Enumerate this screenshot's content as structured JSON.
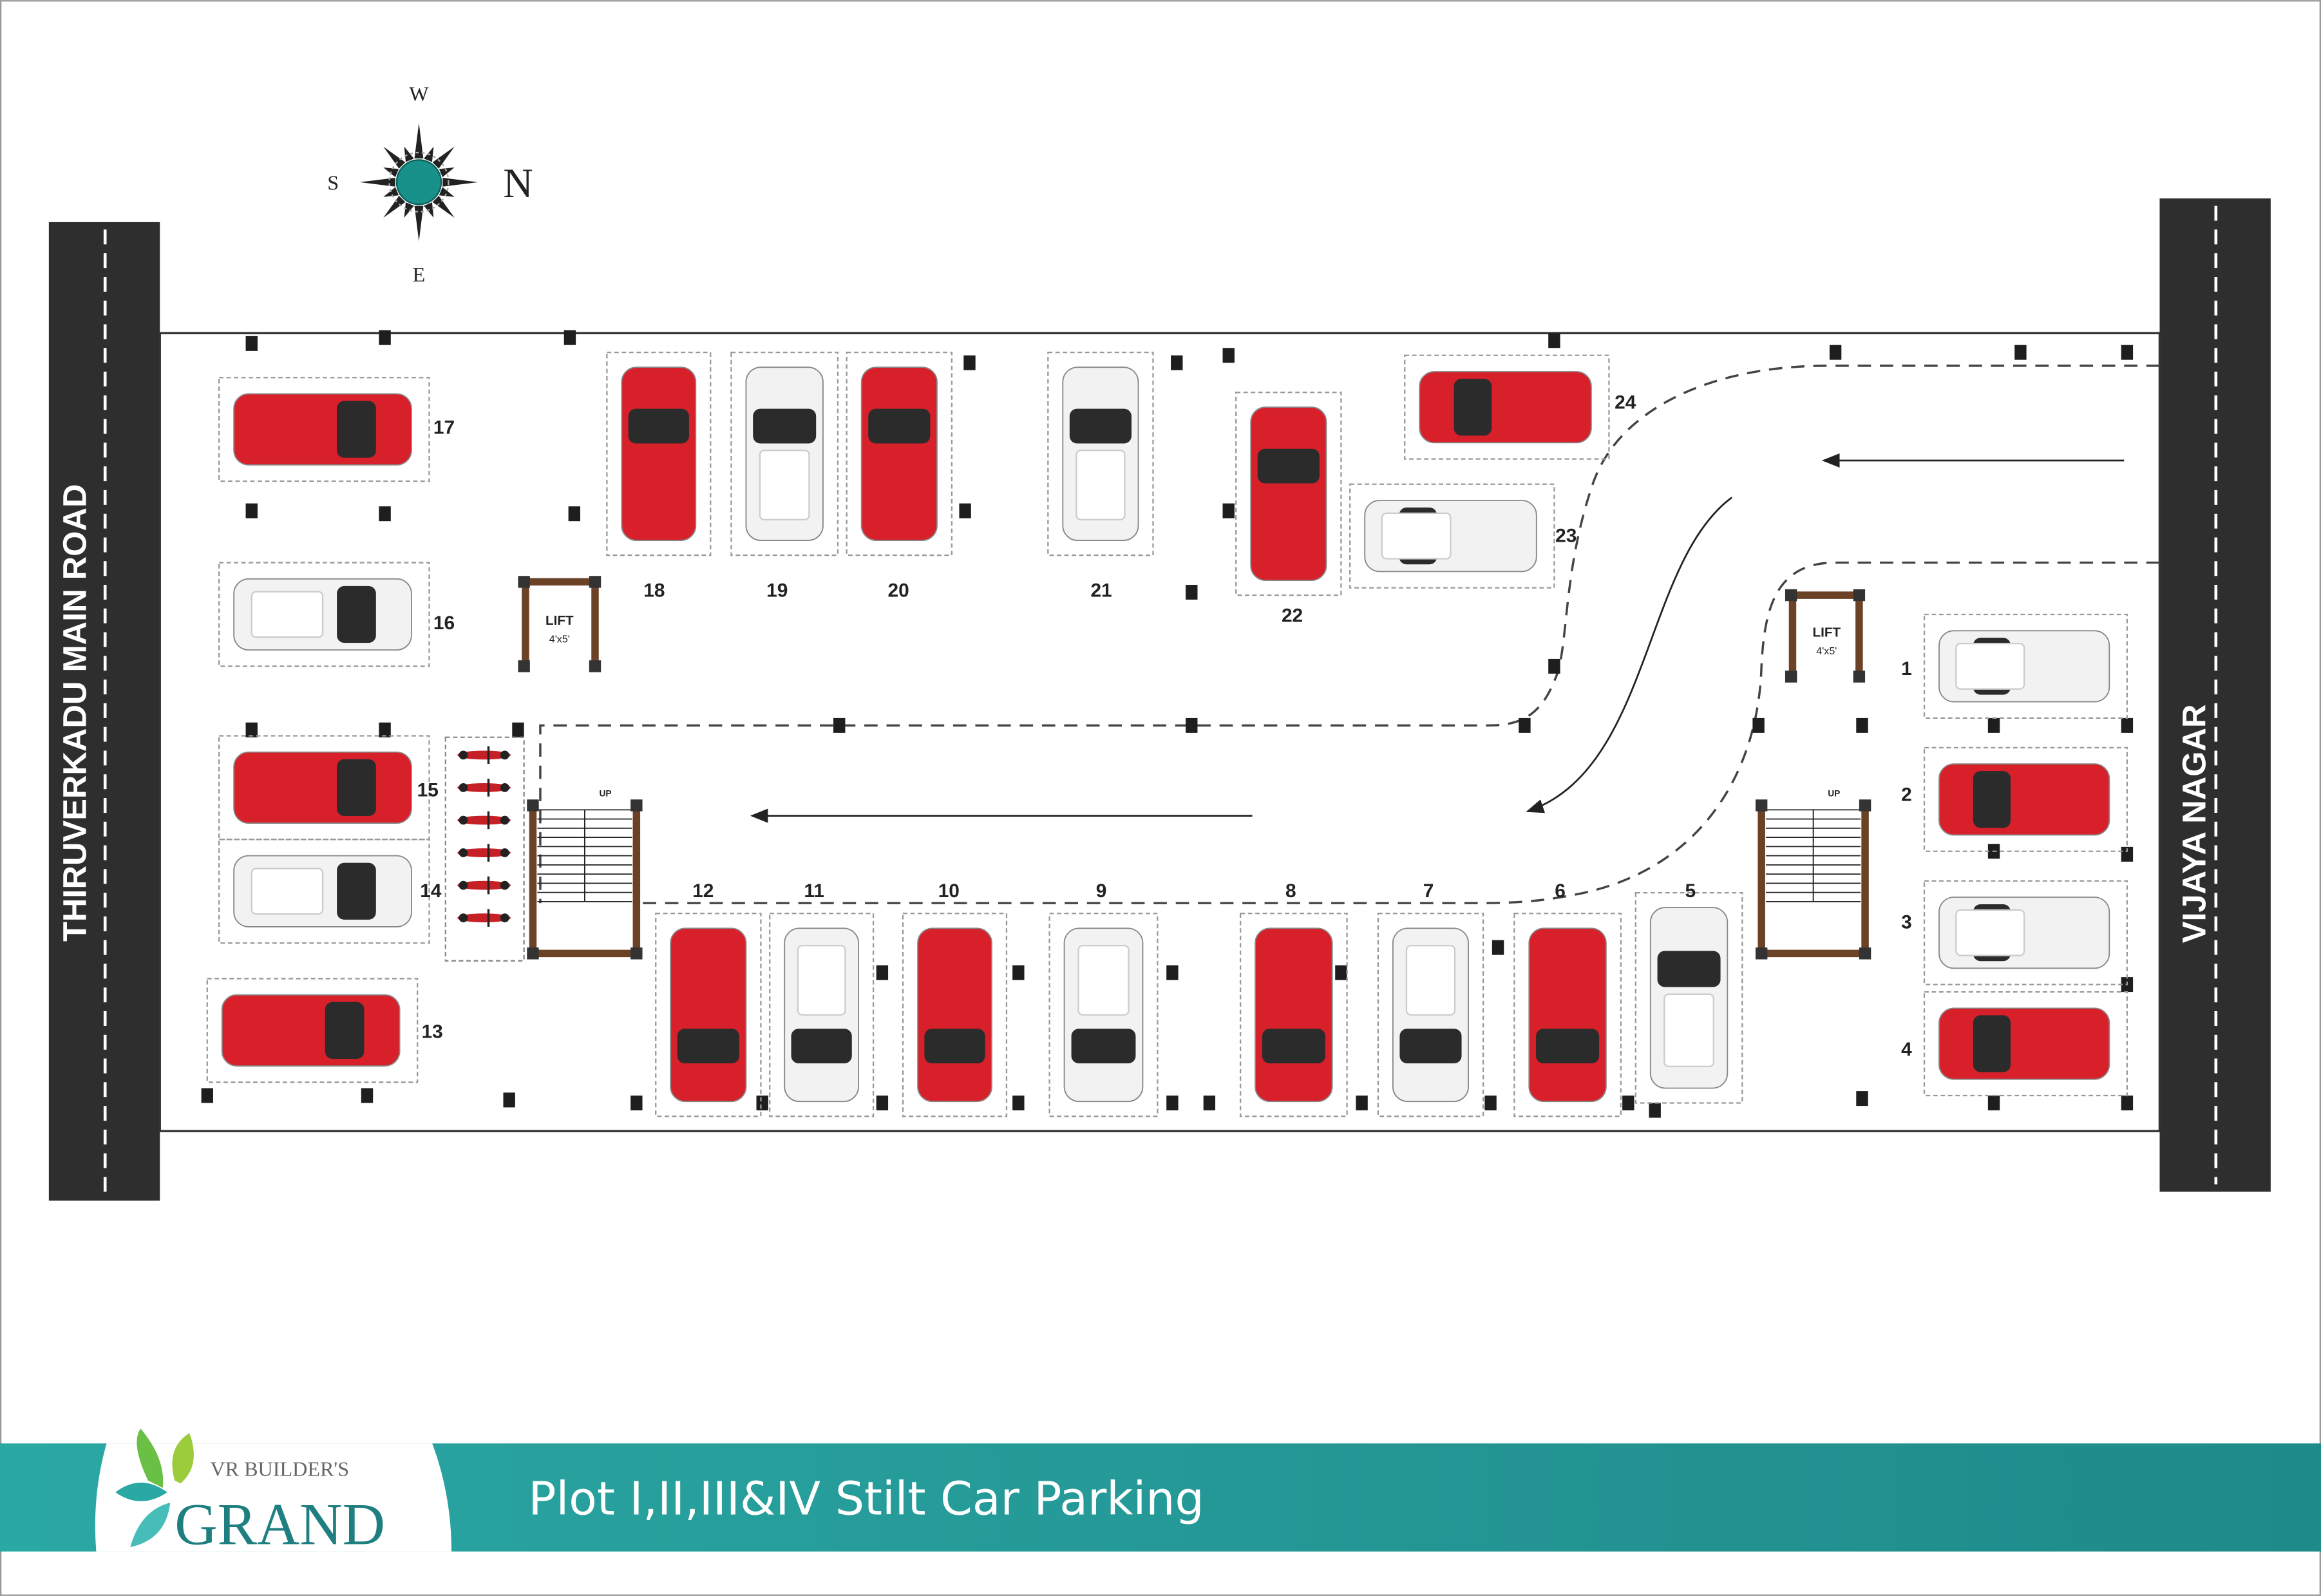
{
  "title": "Plot I,II,III&IV Stilt Car Parking",
  "logo": {
    "line1": "VR BUILDER'S",
    "line2": "GRAND"
  },
  "roads": {
    "left": "THIRUVERKADU MAIN ROAD",
    "right": "VIJAYA NAGAR"
  },
  "compass": {
    "north": "N",
    "south": "S",
    "east": "E",
    "west": "W"
  },
  "lifts": [
    {
      "label": "LIFT",
      "size": "4'x5'"
    },
    {
      "label": "LIFT",
      "size": "4'x5'"
    }
  ],
  "stairs": [
    {
      "label": "UP"
    },
    {
      "label": "UP"
    }
  ],
  "colors": {
    "red_car": "#d7202a",
    "white_car": "#f2f2f2",
    "road": "#2e2e2e",
    "footer": "#23a09d",
    "brown": "#6b4226"
  },
  "parking_slots": [
    {
      "number": "1",
      "car": "white"
    },
    {
      "number": "2",
      "car": "red"
    },
    {
      "number": "3",
      "car": "white"
    },
    {
      "number": "4",
      "car": "red"
    },
    {
      "number": "5",
      "car": "white"
    },
    {
      "number": "6",
      "car": "red"
    },
    {
      "number": "7",
      "car": "white"
    },
    {
      "number": "8",
      "car": "red"
    },
    {
      "number": "9",
      "car": "white"
    },
    {
      "number": "10",
      "car": "red"
    },
    {
      "number": "11",
      "car": "white"
    },
    {
      "number": "12",
      "car": "red"
    },
    {
      "number": "13",
      "car": "red"
    },
    {
      "number": "14",
      "car": "white"
    },
    {
      "number": "15",
      "car": "red"
    },
    {
      "number": "16",
      "car": "white"
    },
    {
      "number": "17",
      "car": "red"
    },
    {
      "number": "18",
      "car": "red"
    },
    {
      "number": "19",
      "car": "white"
    },
    {
      "number": "20",
      "car": "red"
    },
    {
      "number": "21",
      "car": "white"
    },
    {
      "number": "22",
      "car": "red"
    },
    {
      "number": "23",
      "car": "white"
    },
    {
      "number": "24",
      "car": "red"
    }
  ],
  "two_wheeler_count": 6
}
